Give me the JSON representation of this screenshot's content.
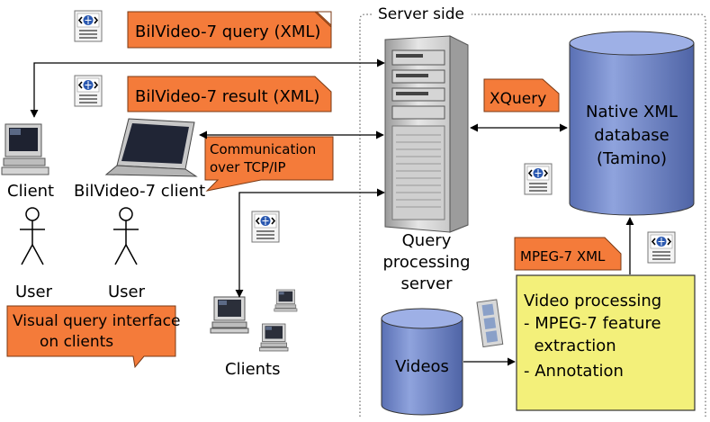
{
  "server_label": "Server side",
  "notes": {
    "query": "BilVideo-7 query (XML)",
    "result": "BilVideo-7 result (XML)",
    "comm_line1": "Communication",
    "comm_line2": "over TCP/IP",
    "xquery": "XQuery",
    "mpeg7xml": "MPEG-7 XML",
    "visual_line1": "Visual query interface",
    "visual_line2": "on clients"
  },
  "labels": {
    "client": "Client",
    "bilvideo_client": "BilVideo-7 client",
    "user1": "User",
    "user2": "User",
    "clients": "Clients",
    "query_server_line1": "Query",
    "query_server_line2": "processing",
    "query_server_line3": "server"
  },
  "database": {
    "line1": "Native XML",
    "line2": "database",
    "line3": "(Tamino)"
  },
  "videos": "Videos",
  "processing": {
    "line1": "Video processing",
    "line2": "- MPEG-7 feature",
    "line3": "  extraction",
    "line4": "- Annotation"
  },
  "colors": {
    "note_fill": "#f47b3a",
    "cylinder_fill": "#6f86c8",
    "processing_fill": "#f3f07a"
  }
}
